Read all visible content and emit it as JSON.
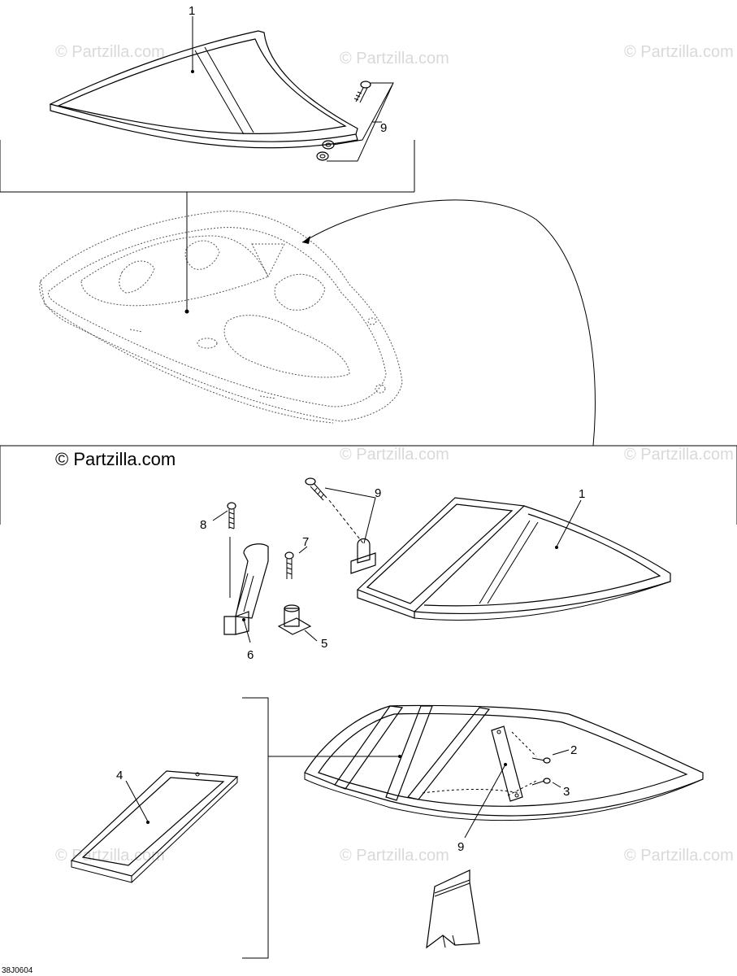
{
  "diagram": {
    "callouts": [
      "1",
      "9",
      "9",
      "1",
      "8",
      "7",
      "6",
      "5",
      "4",
      "2",
      "3",
      "9"
    ],
    "watermark": "© Partzilla.com",
    "brand": "© Partzilla.com",
    "drawing_code": "38J0604"
  }
}
